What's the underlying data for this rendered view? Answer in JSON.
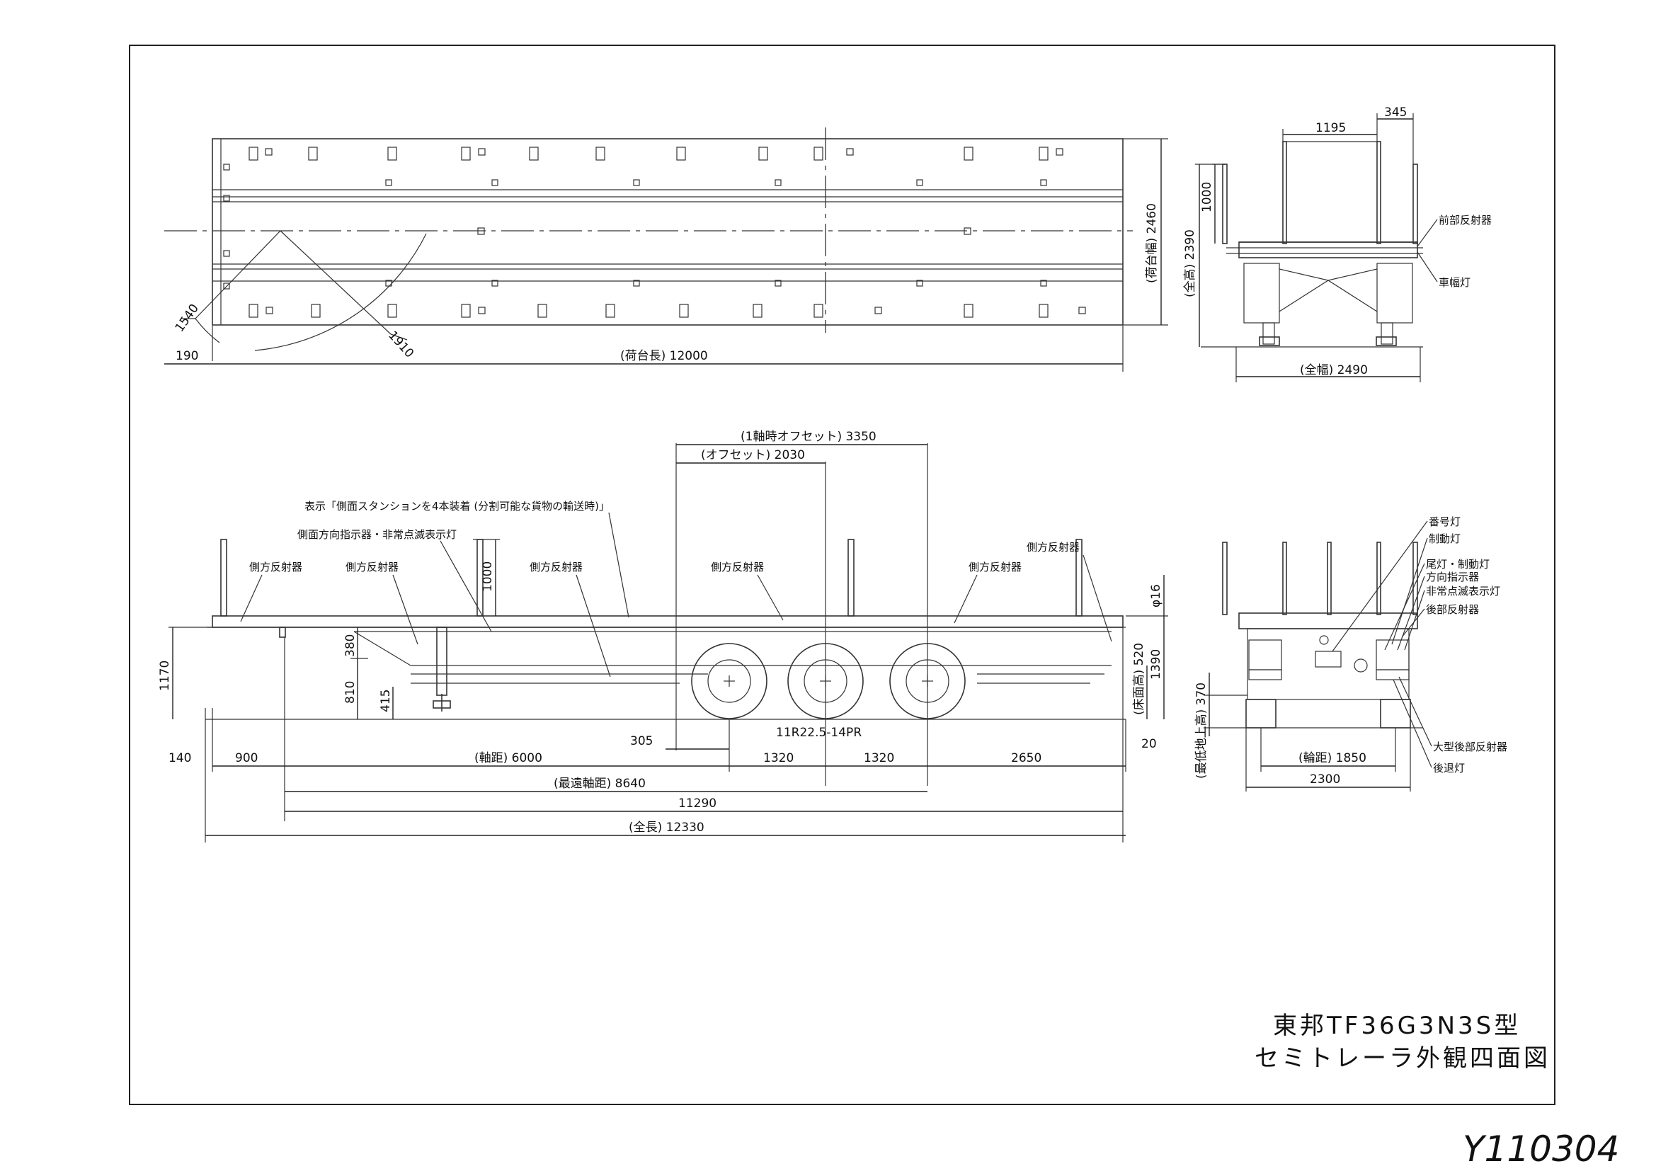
{
  "title": {
    "line1": "東邦TF36G3N3S型",
    "line2": "セミトレーラ外観四面図"
  },
  "drawing_number": "Y110304",
  "plan_view": {
    "deck_length": "(荷台長) 12000",
    "deck_width": "(荷台幅) 2460",
    "front_overhang": "190",
    "radius_1540": "1540",
    "radius_1910": "1910"
  },
  "front_view": {
    "top_1195": "1195",
    "top_345": "345",
    "stake_1000": "1000",
    "overall_height": "(全高) 2390",
    "overall_width": "(全幅) 2490",
    "label_front_reflector": "前部反射器",
    "label_width_lamp": "車幅灯"
  },
  "side_view": {
    "offset_1axle": "(1軸時オフセット) 3350",
    "offset": "(オフセット) 2030",
    "note_stanchion": "表示「側面スタンションを4本装着 (分割可能な貨物の輸送時)」",
    "label_side_indicator": "側面方向指示器・非常点滅表示灯",
    "side_reflector_labels": [
      "側方反射器",
      "側方反射器",
      "側方反射器",
      "側方反射器",
      "側方反射器",
      "側方反射器"
    ],
    "stake_1000": "1000",
    "pin_dia": "φ16",
    "deck_height": "1390",
    "kingpin_1170": "1170",
    "dim_380": "380",
    "dim_810": "810",
    "dim_415": "415",
    "floor_height": "(床面高) 520",
    "dim_305": "305",
    "tire": "11R22.5-14PR",
    "dim_140": "140",
    "dim_900": "900",
    "wheelbase": "(軸距) 6000",
    "axle_1320a": "1320",
    "axle_1320b": "1320",
    "rear_overhang": "2650",
    "dim_20": "20",
    "max_wheelbase": "(最遠軸距) 8640",
    "dim_11290": "11290",
    "overall_length": "(全長) 12330"
  },
  "rear_view": {
    "labels": [
      "番号灯",
      "制動灯",
      "尾灯・制動灯",
      "方向指示器",
      "非常点滅表示灯",
      "後部反射器",
      "大型後部反射器",
      "後退灯"
    ],
    "min_ground_clearance": "(最低地上高) 370",
    "track": "(輪距) 1850",
    "rear_width": "2300"
  }
}
